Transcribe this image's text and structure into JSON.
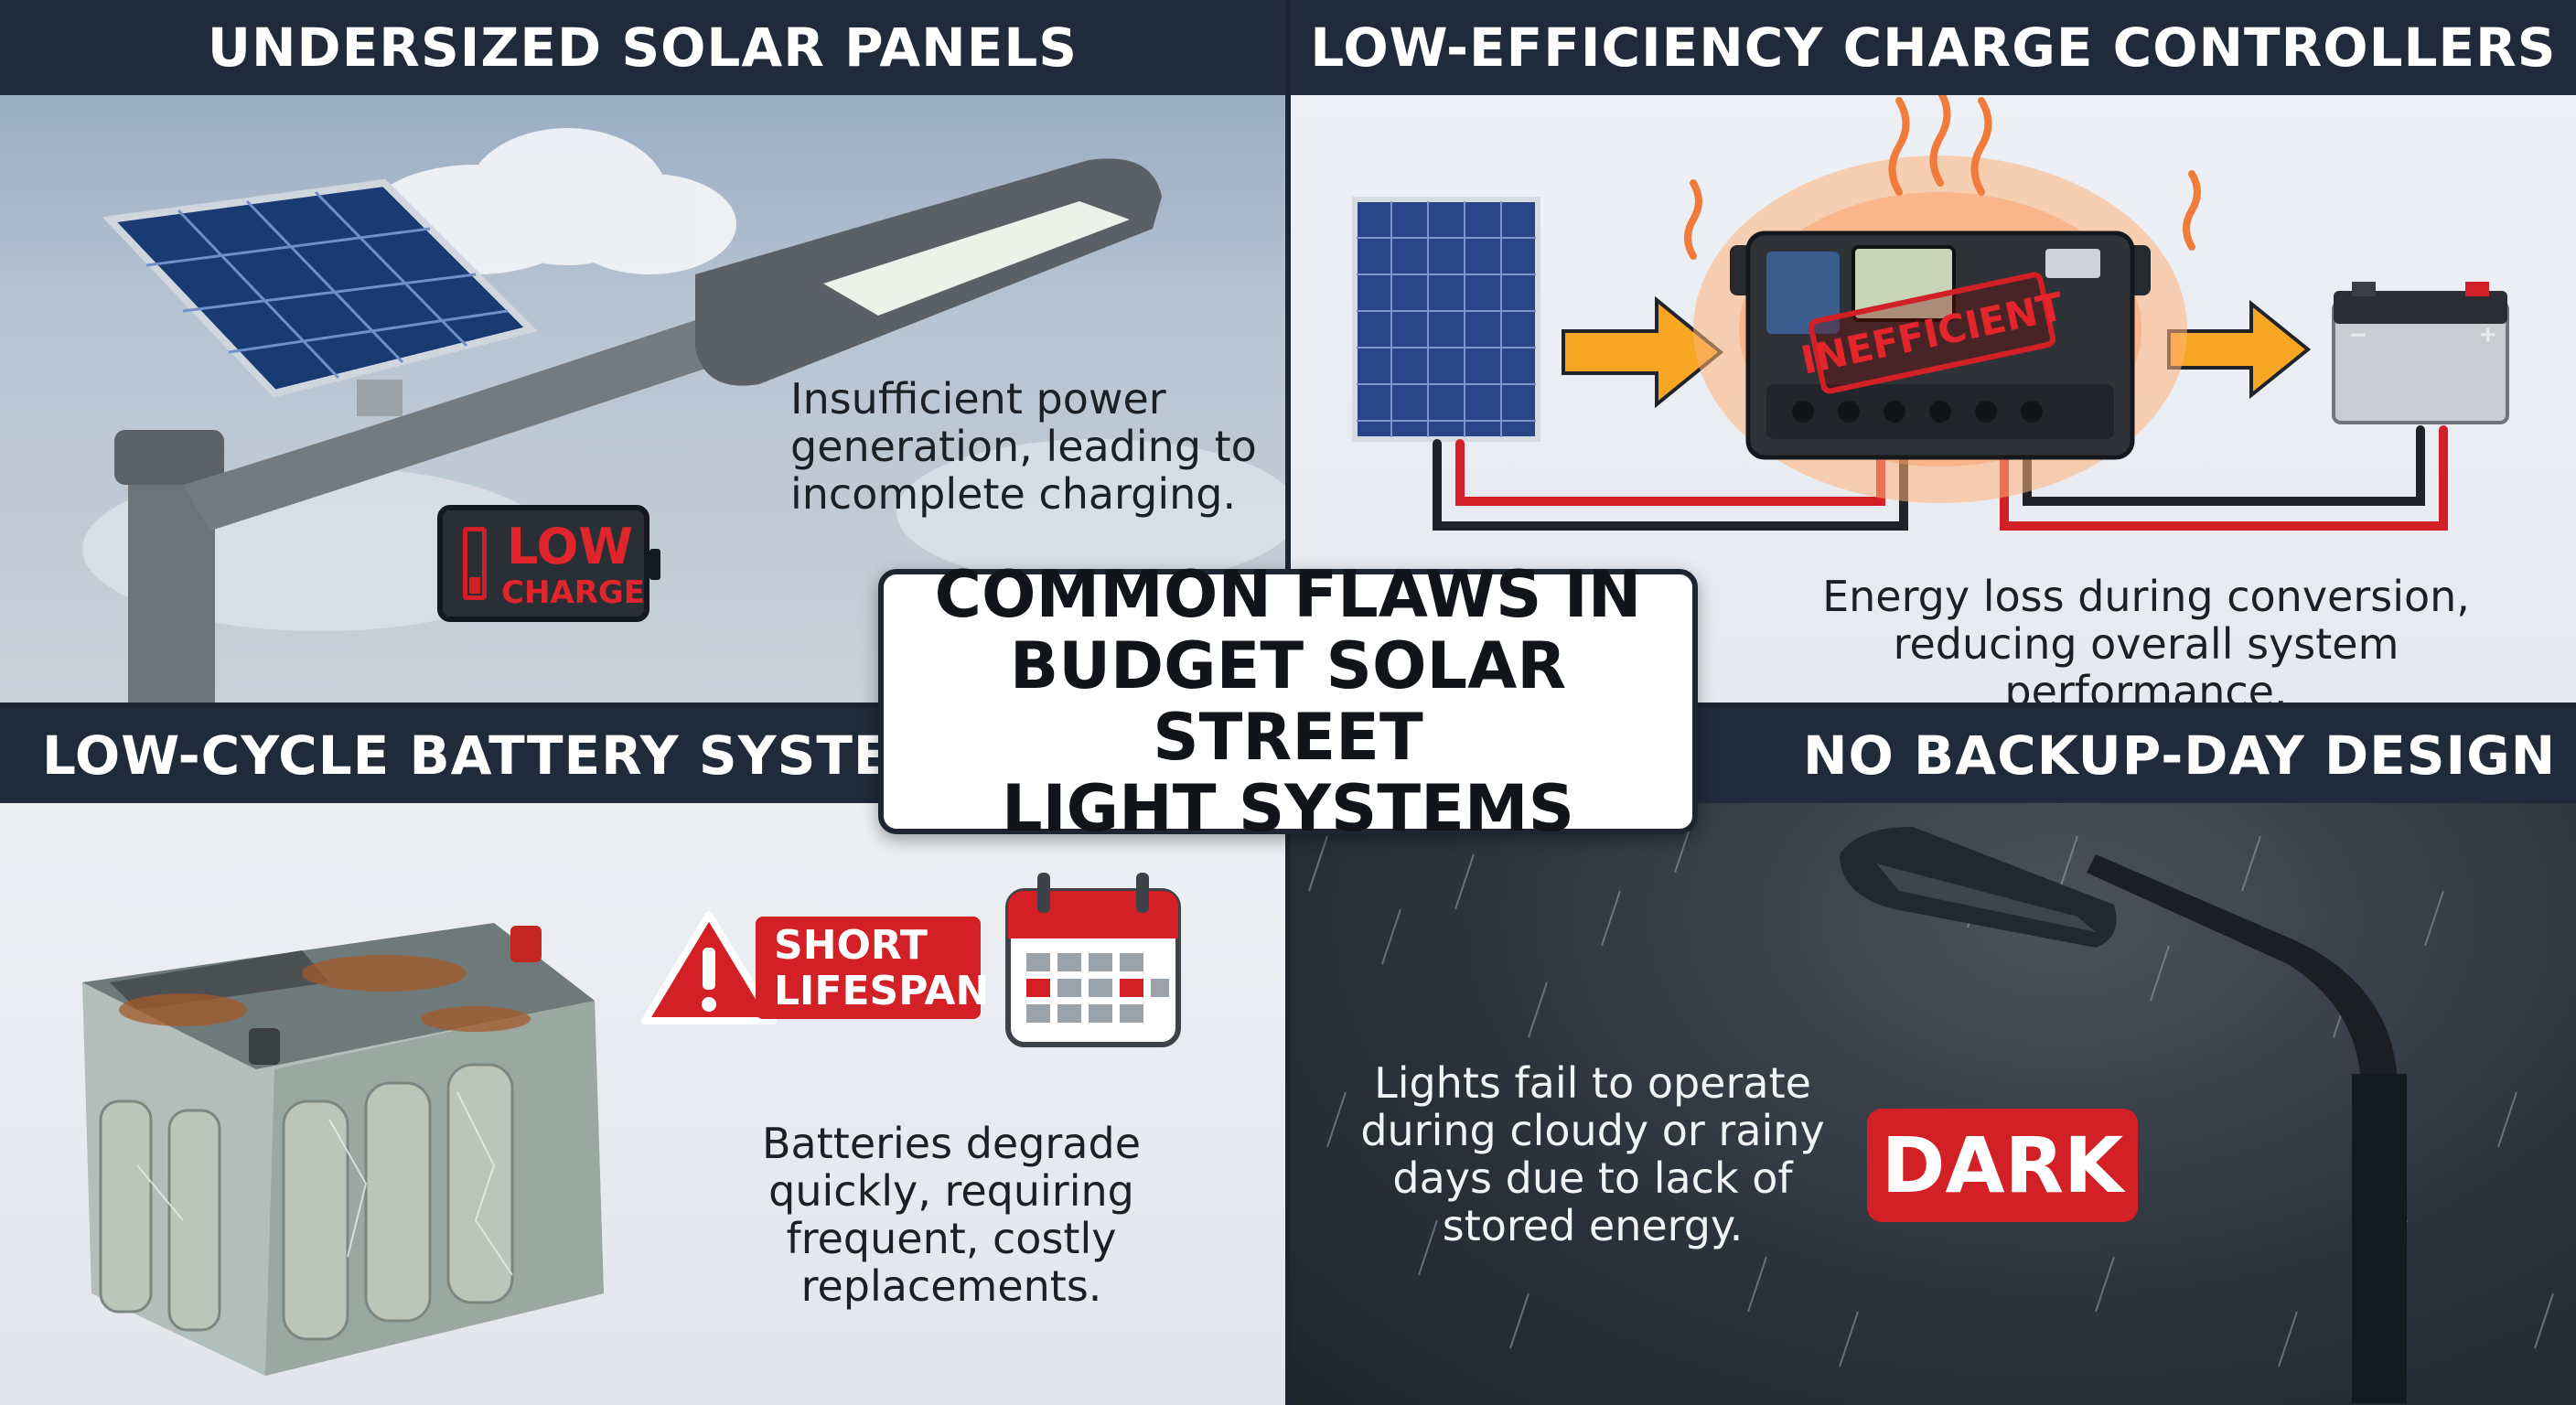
{
  "title": "COMMON FLAWS IN\nBUDGET SOLAR STREET\nLIGHT SYSTEMS",
  "panels": {
    "top_left": {
      "heading": "UNDERSIZED SOLAR PANELS",
      "description": "Insufficient power generation, leading to incomplete charging.",
      "badge_line1": "LOW",
      "badge_line2": "CHARGE"
    },
    "top_right": {
      "heading": "LOW-EFFICIENCY CHARGE CONTROLLERS",
      "description": "Energy loss during conversion, reducing overall system performance.",
      "stamp": "INEFFICIENT",
      "battery_minus": "−",
      "battery_plus": "+"
    },
    "bottom_left": {
      "heading": "LOW-CYCLE BATTERY SYSTEMS",
      "description": "Batteries degrade quickly, requiring frequent, costly replacements.",
      "badge_line1": "SHORT",
      "badge_line2": "LIFESPAN"
    },
    "bottom_right": {
      "heading": "NO BACKUP-DAY DESIGN",
      "description": "Lights fail to operate during cloudy or rainy days due to lack of stored energy.",
      "badge": "DARK"
    }
  },
  "colors": {
    "header_bg": "#1f2b3a",
    "alert_red": "#d32027",
    "arrow_orange": "#f6a623",
    "storm_bg": "#2b333d"
  }
}
